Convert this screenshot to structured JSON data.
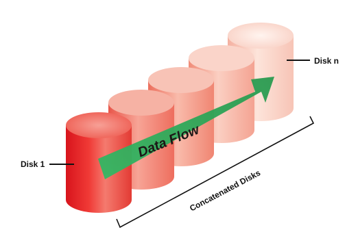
{
  "diagram": {
    "labels": {
      "first_disk": "Disk 1",
      "last_disk": "Disk n",
      "flow": "Data Flow",
      "group": "Concatenated Disks"
    },
    "disks": [
      {
        "name": "disk-1",
        "color_base": "#e8242a",
        "color_light": "#f58a7e"
      },
      {
        "name": "disk-2",
        "color_base": "#ee6a58",
        "color_light": "#f7b0a2"
      },
      {
        "name": "disk-3",
        "color_base": "#f07e68",
        "color_light": "#f9c1b2"
      },
      {
        "name": "disk-4",
        "color_base": "#f39a86",
        "color_light": "#fbd4c8"
      },
      {
        "name": "disk-n",
        "color_base": "#f6b7a6",
        "color_light": "#fde6de"
      }
    ],
    "colors": {
      "arrow": "#2ea85a",
      "text": "#111111",
      "lines": "#111111"
    }
  }
}
